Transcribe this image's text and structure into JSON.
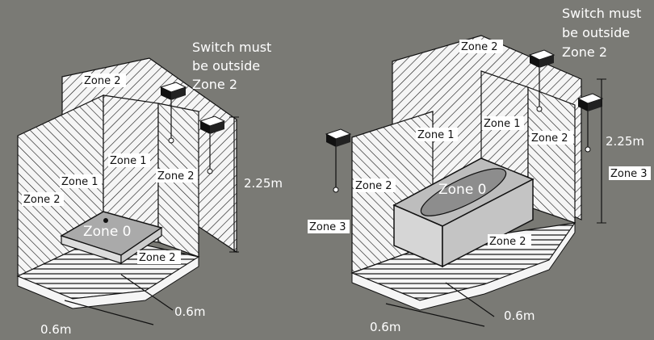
{
  "shower": {
    "switch_note": [
      "Switch must",
      "be outside",
      "Zone 2"
    ],
    "zones": {
      "top": "Zone 2",
      "left_wall": "Zone 2",
      "zone1_left": "Zone 1",
      "zone1_right": "Zone 1",
      "right_wall": "Zone 2",
      "floor": "Zone 2",
      "tray": "Zone 0"
    },
    "height": "2.25m",
    "width_right": "0.6m",
    "width_left": "0.6m"
  },
  "bath": {
    "switch_note": [
      "Switch must",
      "be outside",
      "Zone 2"
    ],
    "zones": {
      "top": "Zone 2",
      "left_wall": "Zone 2",
      "zone1_left": "Zone 1",
      "zone1_right": "Zone 1",
      "right_wall": "Zone 2",
      "outer_right": "Zone 3",
      "outer_left": "Zone 3",
      "floor": "Zone 2",
      "bath": "Zone 0"
    },
    "height": "2.25m",
    "width_right": "0.6m",
    "width_left": "0.6m"
  },
  "colors": {
    "background": "#7a7a75",
    "surface": "#f5f5f5",
    "line": "#111111"
  }
}
